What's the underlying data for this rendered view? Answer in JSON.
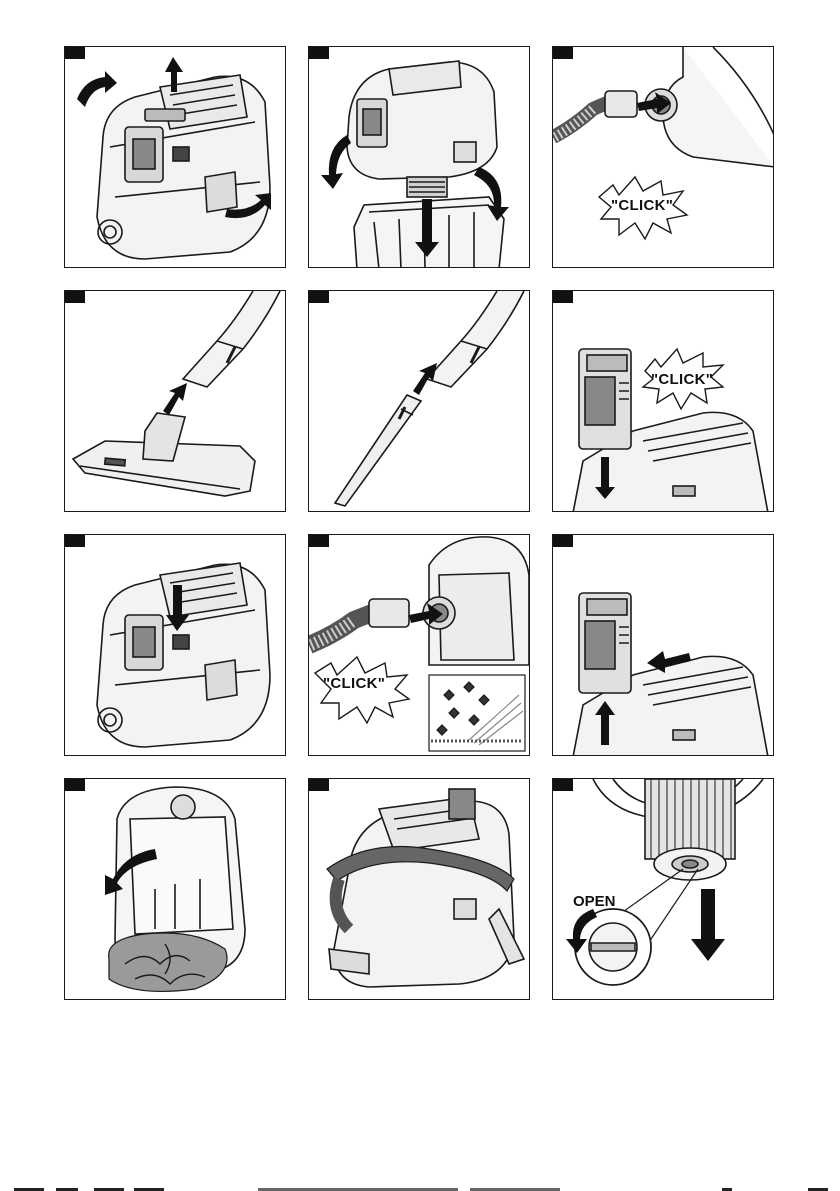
{
  "click_labels": {
    "panel3": "\"CLICK\"",
    "panel6": "\"CLICK\"",
    "panel8": "\"CLICK\""
  },
  "open_label": "OPEN",
  "colors": {
    "line": "#1a1a1a",
    "fill_light": "#e6e6e6",
    "fill_mid": "#b8b8b8",
    "fill_dark": "#555555",
    "dirt": "#9a9a9a"
  }
}
